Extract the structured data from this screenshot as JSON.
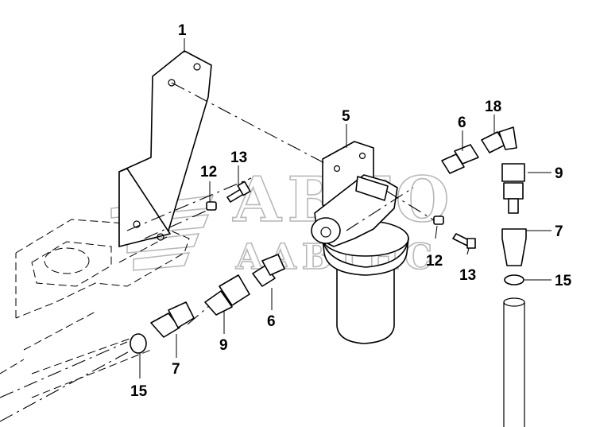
{
  "watermark": {
    "line1": "АВТО",
    "line2": "ААВТНС"
  },
  "callouts": [
    {
      "id": "c1",
      "label": "1"
    },
    {
      "id": "c5",
      "label": "5"
    },
    {
      "id": "c6a",
      "label": "6"
    },
    {
      "id": "c18",
      "label": "18"
    },
    {
      "id": "c9a",
      "label": "9"
    },
    {
      "id": "c13a",
      "label": "13"
    },
    {
      "id": "c12a",
      "label": "12"
    },
    {
      "id": "c7a",
      "label": "7"
    },
    {
      "id": "c12b",
      "label": "12"
    },
    {
      "id": "c13b",
      "label": "13"
    },
    {
      "id": "c15a",
      "label": "15"
    },
    {
      "id": "c6b",
      "label": "6"
    },
    {
      "id": "c9b",
      "label": "9"
    },
    {
      "id": "c7b",
      "label": "7"
    },
    {
      "id": "c15b",
      "label": "15"
    }
  ]
}
